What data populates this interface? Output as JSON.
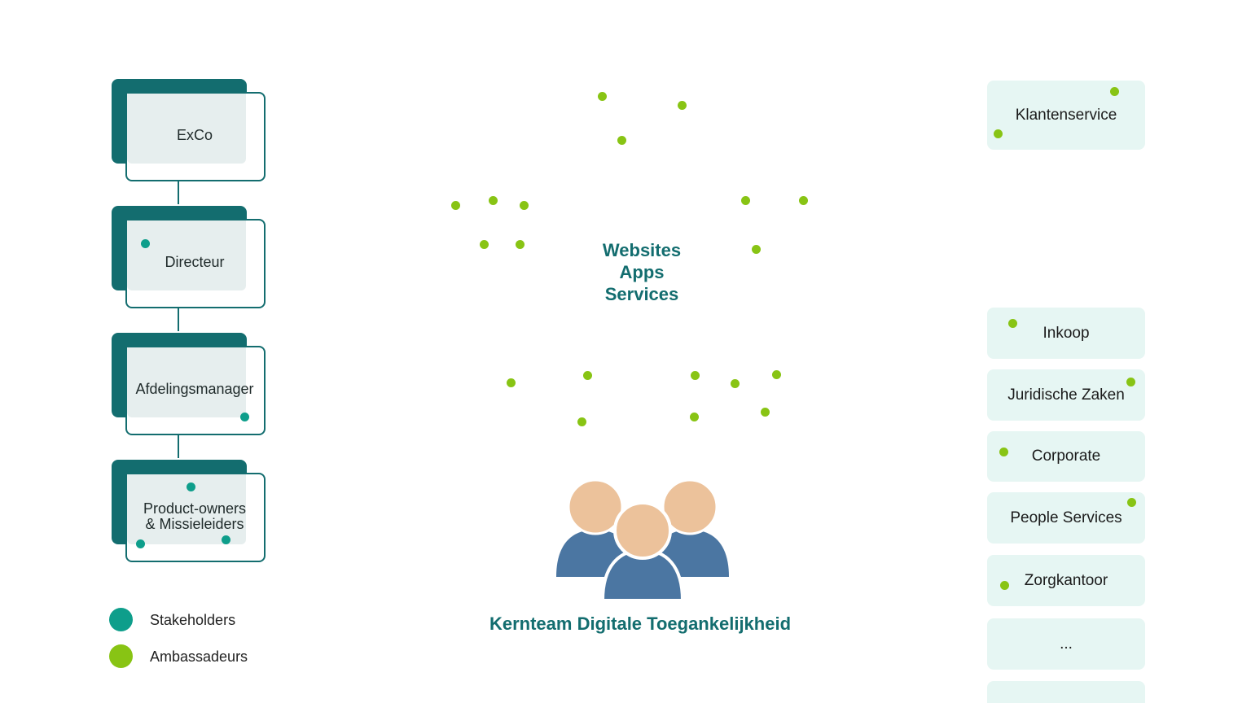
{
  "hierarchy": {
    "levels": [
      "ExCo",
      "Directeur",
      "Afdelingsmanager",
      "Product-owners",
      "& Missieleiders"
    ]
  },
  "legend": {
    "stakeholders": "Stakeholders",
    "ambassadeurs": "Ambassadeurs"
  },
  "center": {
    "lines": [
      "Websites",
      "Apps",
      "Services"
    ]
  },
  "team": {
    "title": "Kernteam Digitale Toegankelijkheid"
  },
  "departments": [
    "Klantenservice",
    "Inkoop",
    "Juridische Zaken",
    "Corporate",
    "People Services",
    "Zorgkantoor",
    "..."
  ],
  "colors": {
    "primary": "#136d6f",
    "stakeholder": "#0e9e8b",
    "ambassador": "#88c414",
    "dept_fill": "#e6f6f3",
    "person_body": "#4b76a2",
    "person_head": "#ecc29b"
  }
}
